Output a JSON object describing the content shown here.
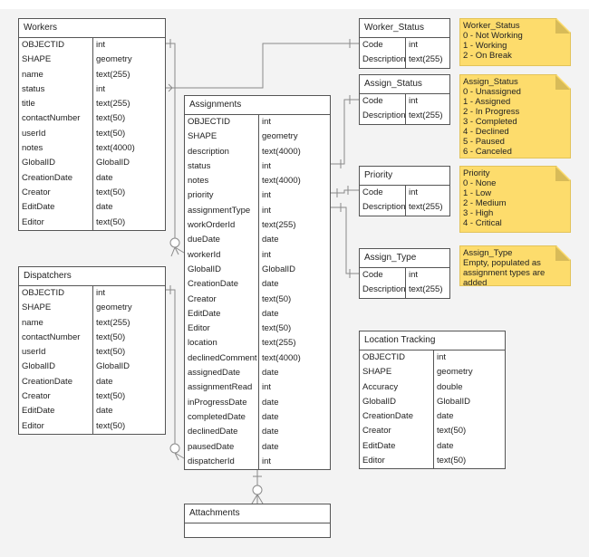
{
  "tables": [
    {
      "id": "workers",
      "title": "Workers",
      "fields": [
        [
          "OBJECTID",
          "int"
        ],
        [
          "SHAPE",
          "geometry"
        ],
        [
          "name",
          "text(255)"
        ],
        [
          "status",
          "int"
        ],
        [
          "title",
          "text(255)"
        ],
        [
          "contactNumber",
          "text(50)"
        ],
        [
          "userId",
          "text(50)"
        ],
        [
          "notes",
          "text(4000)"
        ],
        [
          "GlobalID",
          "GlobalID"
        ],
        [
          "CreationDate",
          "date"
        ],
        [
          "Creator",
          "text(50)"
        ],
        [
          "EditDate",
          "date"
        ],
        [
          "Editor",
          "text(50)"
        ]
      ]
    },
    {
      "id": "assignments",
      "title": "Assignments",
      "fields": [
        [
          "OBJECTID",
          "int"
        ],
        [
          "SHAPE",
          "geometry"
        ],
        [
          "description",
          "text(4000)"
        ],
        [
          "status",
          "int"
        ],
        [
          "notes",
          "text(4000)"
        ],
        [
          "priority",
          "int"
        ],
        [
          "assignmentType",
          "int"
        ],
        [
          "workOrderId",
          "text(255)"
        ],
        [
          "dueDate",
          "date"
        ],
        [
          "workerId",
          "int"
        ],
        [
          "GlobalID",
          "GlobalID"
        ],
        [
          "CreationDate",
          "date"
        ],
        [
          "Creator",
          "text(50)"
        ],
        [
          "EditDate",
          "date"
        ],
        [
          "Editor",
          "text(50)"
        ],
        [
          "location",
          "text(255)"
        ],
        [
          "declinedComment",
          "text(4000)"
        ],
        [
          "assignedDate",
          "date"
        ],
        [
          "assignmentRead",
          "int"
        ],
        [
          "inProgressDate",
          "date"
        ],
        [
          "completedDate",
          "date"
        ],
        [
          "declinedDate",
          "date"
        ],
        [
          "pausedDate",
          "date"
        ],
        [
          "dispatcherId",
          "int"
        ]
      ]
    },
    {
      "id": "dispatchers",
      "title": "Dispatchers",
      "fields": [
        [
          "OBJECTID",
          "int"
        ],
        [
          "SHAPE",
          "geometry"
        ],
        [
          "name",
          "text(255)"
        ],
        [
          "contactNumber",
          "text(50)"
        ],
        [
          "userId",
          "text(50)"
        ],
        [
          "GlobalID",
          "GlobalID"
        ],
        [
          "CreationDate",
          "date"
        ],
        [
          "Creator",
          "text(50)"
        ],
        [
          "EditDate",
          "date"
        ],
        [
          "Editor",
          "text(50)"
        ]
      ]
    },
    {
      "id": "worker-status",
      "title": "Worker_Status",
      "fields": [
        [
          "Code",
          "int"
        ],
        [
          "Description",
          "text(255)"
        ]
      ]
    },
    {
      "id": "assign-status",
      "title": "Assign_Status",
      "fields": [
        [
          "Code",
          "int"
        ],
        [
          "Description",
          "text(255)"
        ]
      ]
    },
    {
      "id": "priority",
      "title": "Priority",
      "fields": [
        [
          "Code",
          "int"
        ],
        [
          "Description",
          "text(255)"
        ]
      ]
    },
    {
      "id": "assign-type",
      "title": "Assign_Type",
      "fields": [
        [
          "Code",
          "int"
        ],
        [
          "Description",
          "text(255)"
        ]
      ]
    },
    {
      "id": "location-tracking",
      "title": "Location Tracking",
      "fields": [
        [
          "OBJECTID",
          "int"
        ],
        [
          "SHAPE",
          "geometry"
        ],
        [
          "Accuracy",
          "double"
        ],
        [
          "GlobalID",
          "GlobalID"
        ],
        [
          "CreationDate",
          "date"
        ],
        [
          "Creator",
          "text(50)"
        ],
        [
          "EditDate",
          "date"
        ],
        [
          "Editor",
          "text(50)"
        ]
      ]
    },
    {
      "id": "attachments",
      "title": "Attachments",
      "fields": []
    }
  ],
  "notes": [
    {
      "id": "worker-status",
      "lines": [
        "Worker_Status",
        "0 - Not Working",
        "1 - Working",
        "2 - On Break"
      ]
    },
    {
      "id": "assign-status",
      "lines": [
        "Assign_Status",
        "0 - Unassigned",
        "1 - Assigned",
        "2 - In Progress",
        "3 - Completed",
        "4 - Declined",
        "5 - Paused",
        "6 - Canceled"
      ]
    },
    {
      "id": "priority",
      "lines": [
        "Priority",
        "0 - None",
        "1 - Low",
        "2 - Medium",
        "3 - High",
        "4 - Critical"
      ]
    },
    {
      "id": "assign-type",
      "lines": [
        "Assign_Type",
        "Empty, populated as",
        "assignment types are added"
      ]
    }
  ],
  "colors": {
    "note": "#fddc6c",
    "line": "#888888"
  }
}
